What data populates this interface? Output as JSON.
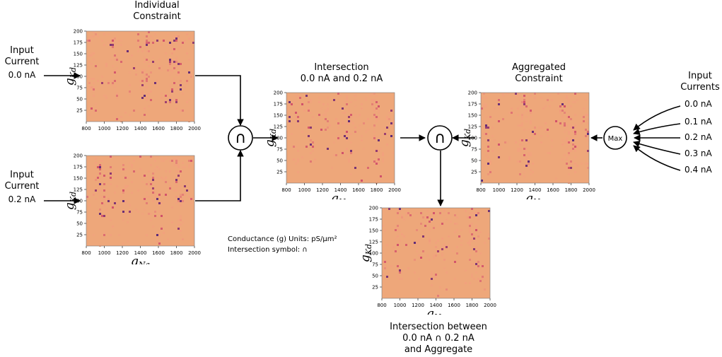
{
  "labels": {
    "individual": [
      "Individual",
      "Constraint"
    ],
    "input_a": [
      "Input",
      "Current",
      "0.0 nA"
    ],
    "input_b": [
      "Input",
      "Current",
      "0.2 nA"
    ],
    "intersection": [
      "Intersection",
      "0.0 nA and 0.2 nA"
    ],
    "aggregated": [
      "Aggregated",
      "Constraint"
    ],
    "input_currents": [
      "Input",
      "Currents"
    ],
    "final": [
      "Intersection  between",
      "0.0 nA ∩ 0.2 nA",
      "and Aggregate"
    ]
  },
  "currents": [
    "0.0 nA",
    "0.1 nA",
    "0.2 nA",
    "0.3 nA",
    "0.4 nA"
  ],
  "notes": {
    "units": "Conductance (g) Units: pS/μm²",
    "symbol": "Intersection symbol: ∩"
  },
  "ops": {
    "intersect_symbol": "∩",
    "max_label": "Max"
  },
  "axes": {
    "x_var": "g",
    "x_sub": "Na",
    "y_var": "g",
    "y_sub": "Kd",
    "x_ticks": [
      "800",
      "1000",
      "1200",
      "1400",
      "1600",
      "1800",
      "2000"
    ],
    "y_ticks": [
      "25",
      "50",
      "75",
      "100",
      "125",
      "150",
      "175",
      "200"
    ]
  },
  "colors": {
    "background": "#eea77a",
    "low": "#f2a17d",
    "mid": "#d0506a",
    "high": "#5b2a78"
  }
}
